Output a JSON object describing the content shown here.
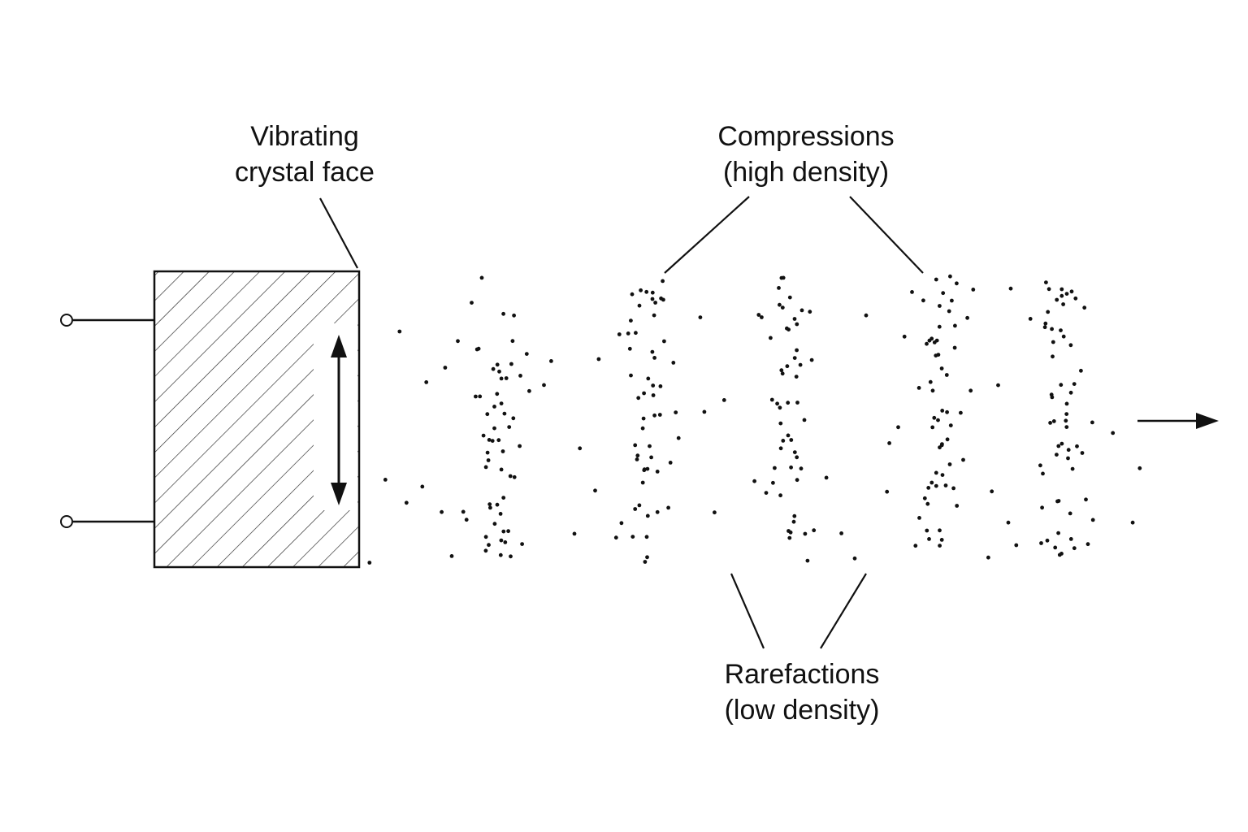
{
  "labels": {
    "crystal": {
      "line1": "Vibrating",
      "line2": "crystal face"
    },
    "compressions": {
      "line1": "Compressions",
      "line2": "(high density)"
    },
    "rarefactions": {
      "line1": "Rarefactions",
      "line2": "(low density)"
    }
  },
  "colors": {
    "ink": "#111111",
    "background": "#ffffff"
  },
  "icons": {
    "crystal_motion": "double-headed-vertical-arrow",
    "propagation": "right-arrow",
    "terminals": "open-circle-terminal"
  }
}
